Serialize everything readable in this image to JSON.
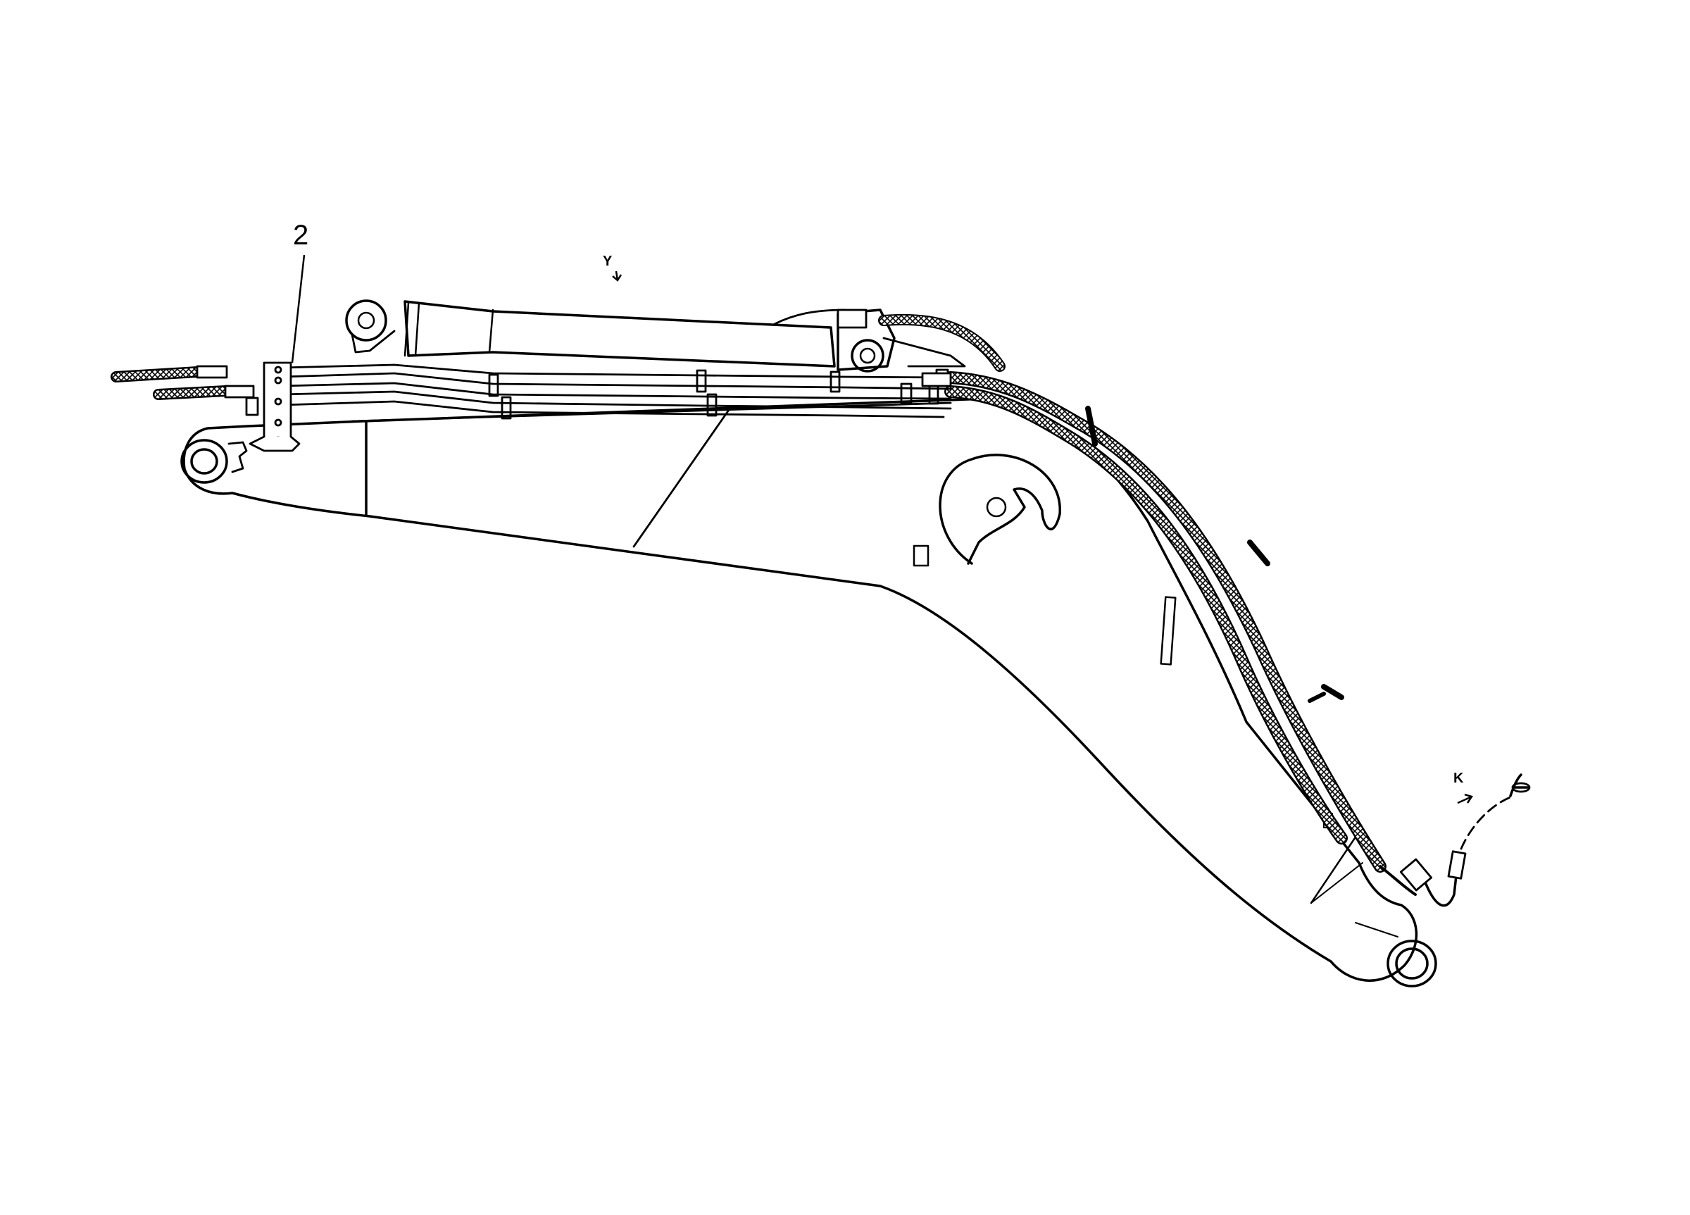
{
  "diagram": {
    "labels": {
      "part_number": "2",
      "view_y": "Y",
      "view_k": "K"
    },
    "colors": {
      "line": "#000000",
      "background": "#ffffff",
      "hose_fill": "#d0d0d0"
    }
  }
}
